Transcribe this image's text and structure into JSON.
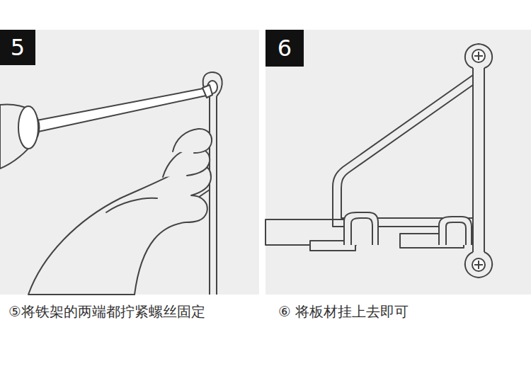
{
  "diagram": {
    "nodes": [
      {
        "text": [
          "5"
        ]
      },
      {
        "text": [
          "6"
        ]
      }
    ],
    "labels": [
      "⑤将铁架的两端都拧紧螺丝固定",
      "⑥ 将板材挂上去即可"
    ]
  }
}
